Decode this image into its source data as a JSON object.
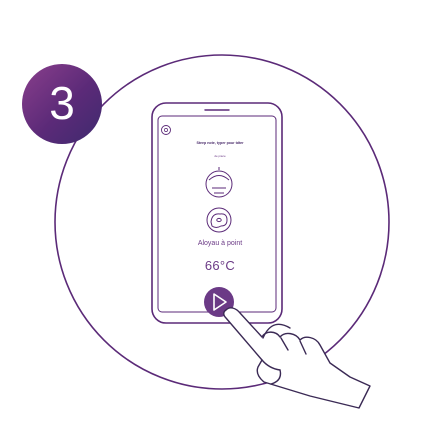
{
  "step": {
    "number": "3"
  },
  "phone": {
    "hint": "Steep note, typer pour tdter",
    "mini_label": "de pièce",
    "doneness_label": "Aloyau à point",
    "temperature": "66°C"
  },
  "colors": {
    "accent": "#5b2a78",
    "badge_light": "#8a3f8c",
    "text_purple": "#6b3a86",
    "outline": "#3b2a55"
  },
  "icons": [
    "step-badge-icon",
    "settings-icon",
    "grill-icon",
    "meat-icon",
    "play-icon",
    "hand-icon"
  ]
}
